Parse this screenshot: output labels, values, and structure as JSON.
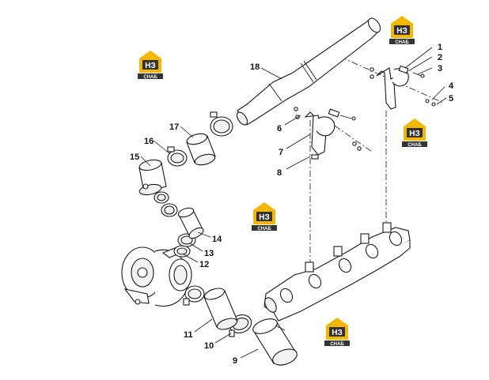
{
  "diagram": {
    "callouts": [
      {
        "id": "1",
        "label": "1"
      },
      {
        "id": "2",
        "label": "2"
      },
      {
        "id": "3",
        "label": "3"
      },
      {
        "id": "4",
        "label": "4"
      },
      {
        "id": "5",
        "label": "5"
      },
      {
        "id": "6",
        "label": "6"
      },
      {
        "id": "7",
        "label": "7"
      },
      {
        "id": "8",
        "label": "8"
      },
      {
        "id": "9",
        "label": "9"
      },
      {
        "id": "10",
        "label": "10"
      },
      {
        "id": "11",
        "label": "11"
      },
      {
        "id": "12",
        "label": "12"
      },
      {
        "id": "13",
        "label": "13"
      },
      {
        "id": "14",
        "label": "14"
      },
      {
        "id": "15",
        "label": "15"
      },
      {
        "id": "16",
        "label": "16"
      },
      {
        "id": "17",
        "label": "17"
      },
      {
        "id": "18",
        "label": "18"
      }
    ]
  },
  "watermark": {
    "brand_top": "НЗ",
    "brand_bottom": "СНАБ",
    "color_yellow": "#f5b800",
    "color_dark": "#333333"
  }
}
